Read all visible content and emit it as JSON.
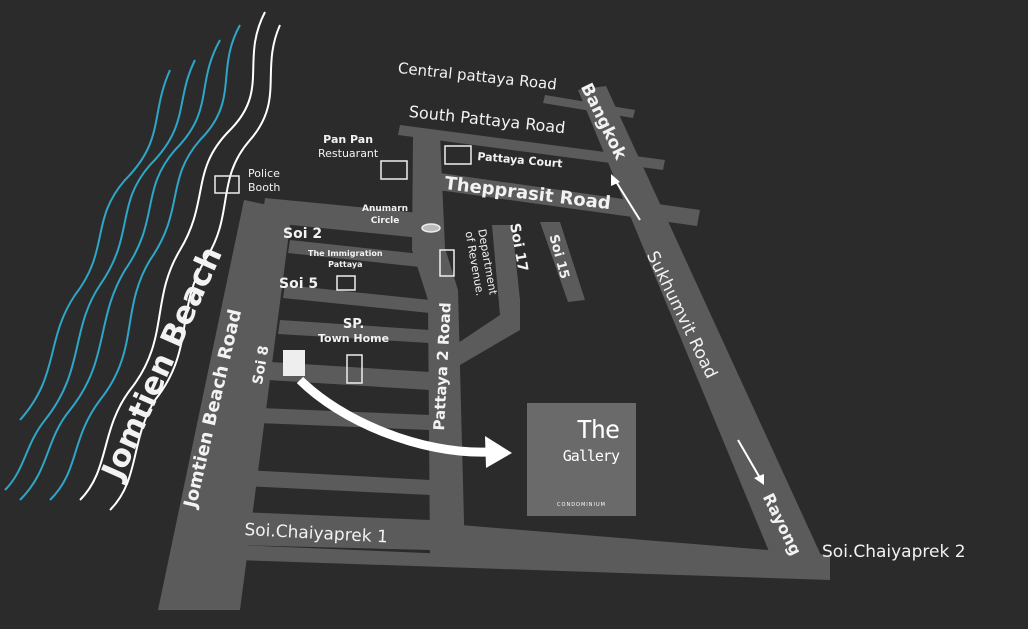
{
  "colors": {
    "background": "#2c2b2b",
    "road": "#5b5b5b",
    "water_blue": "#2ea6c8",
    "water_white": "#ffffff",
    "gallery_box": "#6a6a6a"
  },
  "beach": "Jomtien Beach",
  "roads": {
    "central_pattaya": "Central pattaya Road",
    "south_pattaya": "South Pattaya Road",
    "thepprasit": "Thepprasit Road",
    "sukhumvit": "Sukhumvit Road",
    "jomtien_beach": "Jomtien Beach Road",
    "pattaya2": "Pattaya 2 Road",
    "chaiyaprek1": "Soi.Chaiyaprek 1",
    "chaiyaprek2": "Soi.Chaiyaprek 2",
    "soi2": "Soi 2",
    "soi5": "Soi 5",
    "soi8": "Soi 8",
    "soi17": "Soi 17",
    "soi15": "Soi 15"
  },
  "directions": {
    "bangkok": "Bangkok",
    "rayong": "Rayong"
  },
  "landmarks": {
    "panpan_1": "Pan Pan",
    "panpan_2": "Restuarant",
    "police_1": "Police",
    "police_2": "Booth",
    "pattaya_court": "Pattaya Court",
    "anumarn_1": "Anumarn",
    "anumarn_2": "Circle",
    "immigration_1": "The Immigration",
    "immigration_2": "Pattaya",
    "revenue_1": "Department",
    "revenue_2": "of Revenue.",
    "sp_1": "SP.",
    "sp_2": "Town Home"
  },
  "gallery": {
    "logo_1": "The",
    "logo_2": "Gallery",
    "sub": "CONDOMINIUM"
  }
}
